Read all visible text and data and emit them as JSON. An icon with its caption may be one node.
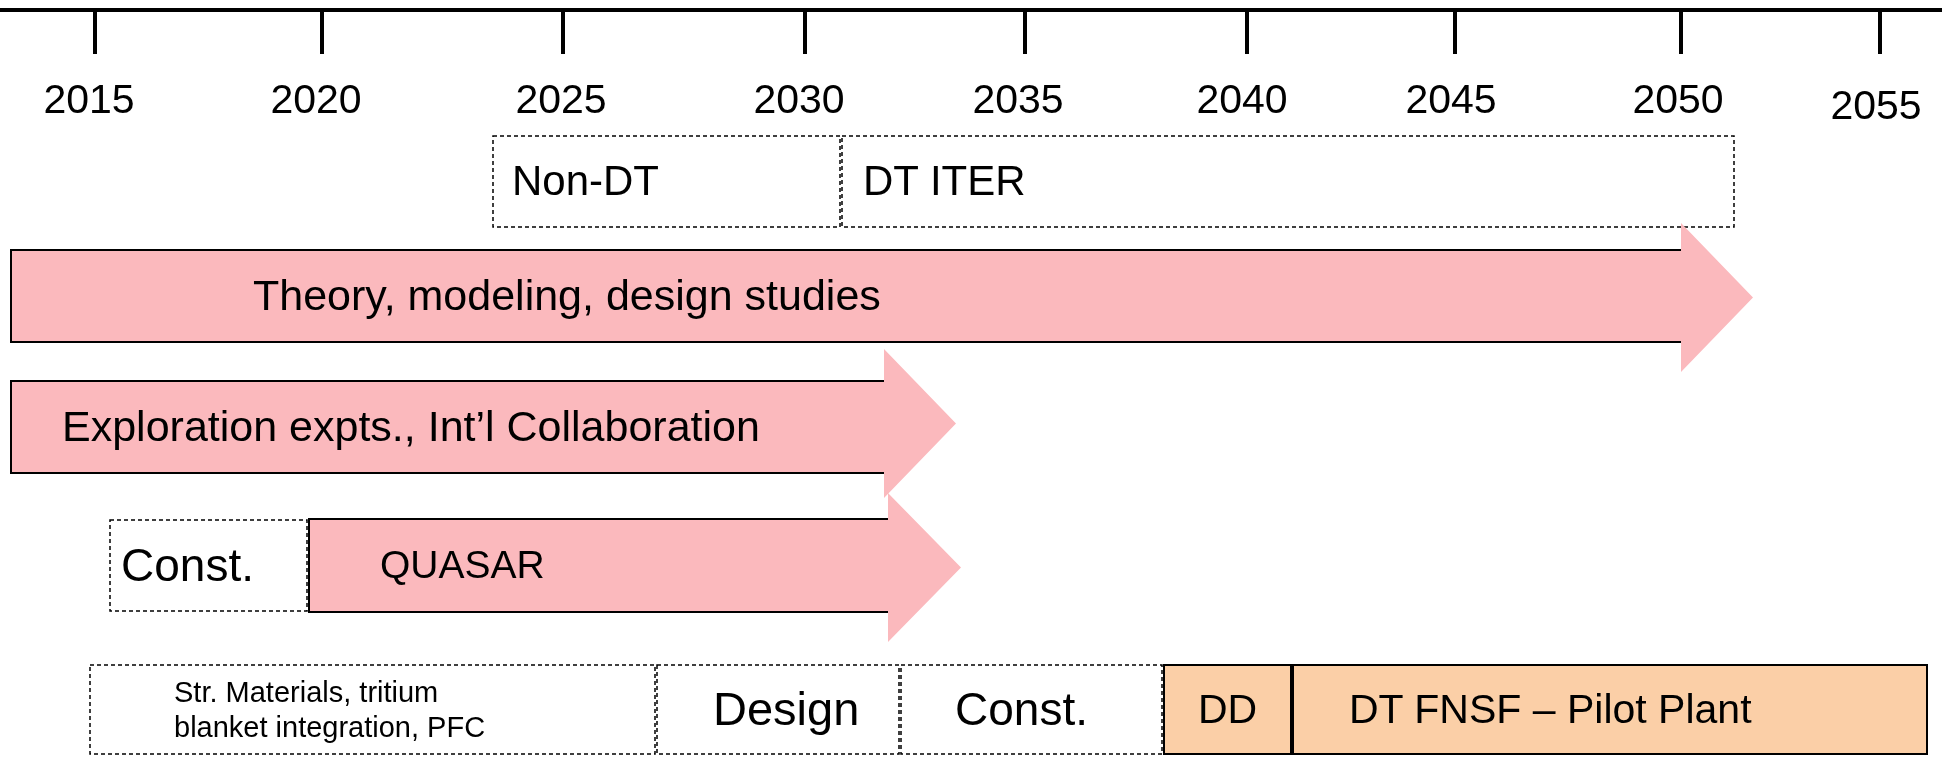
{
  "diagram": {
    "nodes": [
      {
        "text": [
          "Non-DT"
        ]
      },
      {
        "text": [
          "DT ITER"
        ]
      },
      {
        "text": [
          "Theory, modeling, design studies"
        ]
      },
      {
        "text": [
          "Exploration expts., Int’l Collaboration"
        ]
      },
      {
        "text": [
          "Const."
        ]
      },
      {
        "text": [
          "QUASAR"
        ]
      },
      {
        "text": [
          "Str. Materials, tritium blanket integration, PFC"
        ]
      },
      {
        "text": [
          "Design"
        ]
      },
      {
        "text": [
          "Const."
        ]
      },
      {
        "text": [
          "DD"
        ]
      },
      {
        "text": [
          "DT FNSF – Pilot Plant"
        ]
      }
    ],
    "labels": [
      "2015",
      "2020",
      "2025",
      "2030",
      "2035",
      "2040",
      "2045",
      "2050",
      "2055"
    ]
  }
}
